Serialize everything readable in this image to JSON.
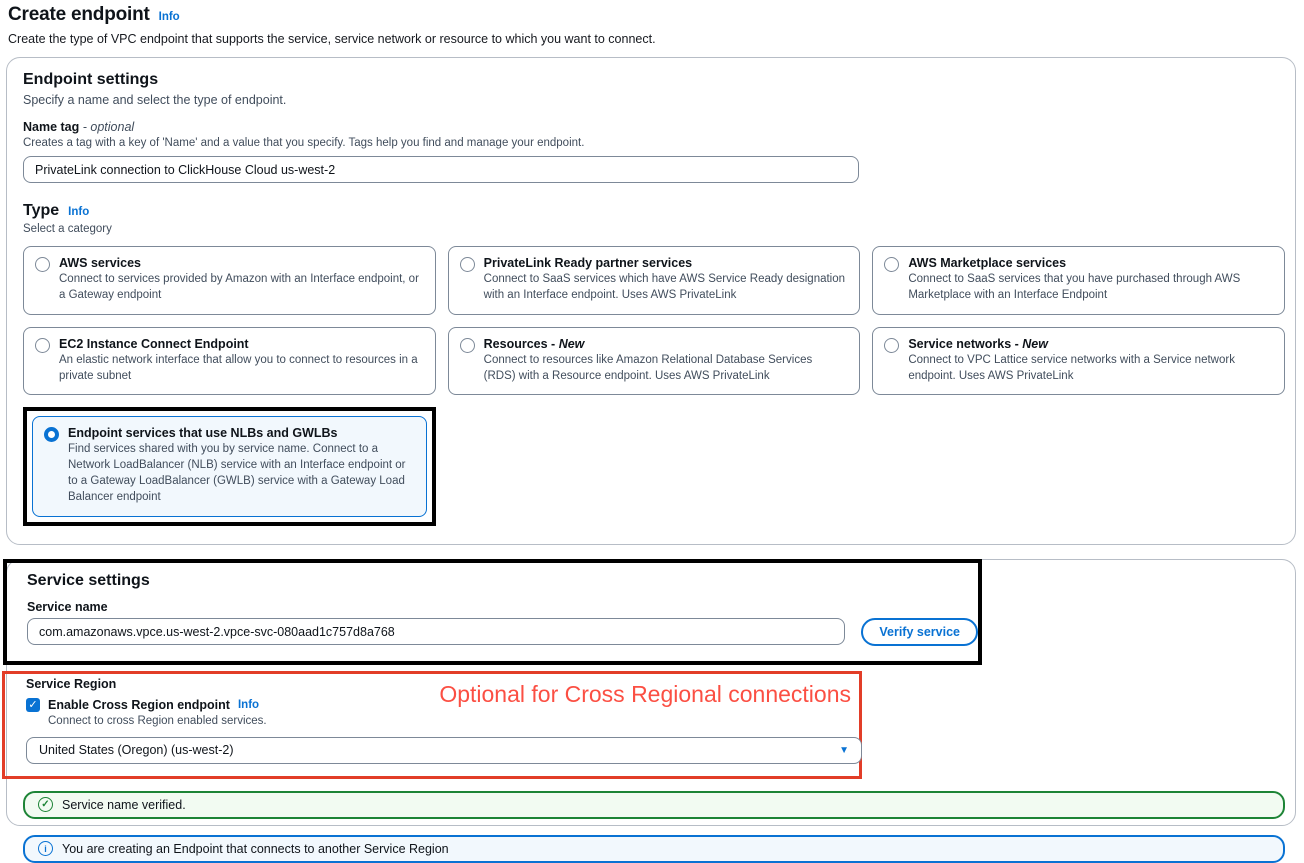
{
  "header": {
    "title": "Create endpoint",
    "info": "Info",
    "description": "Create the type of VPC endpoint that supports the service, service network or resource to which you want to connect."
  },
  "endpoint_settings": {
    "heading": "Endpoint settings",
    "subtitle": "Specify a name and select the type of endpoint.",
    "name_tag": {
      "label": "Name tag",
      "optional": "- optional",
      "help": "Creates a tag with a key of 'Name' and a value that you specify. Tags help you find and manage your endpoint.",
      "value": "PrivateLink connection to ClickHouse Cloud us-west-2"
    },
    "type": {
      "heading": "Type",
      "info": "Info",
      "subtitle": "Select a category"
    },
    "options": [
      {
        "title": "AWS services",
        "new_suffix": "",
        "description": "Connect to services provided by Amazon with an Interface endpoint, or a Gateway endpoint",
        "selected": false
      },
      {
        "title": "PrivateLink Ready partner services",
        "new_suffix": "",
        "description": "Connect to SaaS services which have AWS Service Ready designation with an Interface endpoint. Uses AWS PrivateLink",
        "selected": false
      },
      {
        "title": "AWS Marketplace services",
        "new_suffix": "",
        "description": "Connect to SaaS services that you have purchased through AWS Marketplace with an Interface Endpoint",
        "selected": false
      },
      {
        "title": "EC2 Instance Connect Endpoint",
        "new_suffix": "",
        "description": "An elastic network interface that allow you to connect to resources in a private subnet",
        "selected": false
      },
      {
        "title": "Resources -",
        "new_suffix": "New",
        "description": "Connect to resources like Amazon Relational Database Services (RDS) with a Resource endpoint. Uses AWS PrivateLink",
        "selected": false
      },
      {
        "title": "Service networks -",
        "new_suffix": "New",
        "description": "Connect to VPC Lattice service networks with a Service network endpoint. Uses AWS PrivateLink",
        "selected": false
      },
      {
        "title": "Endpoint services that use NLBs and GWLBs",
        "new_suffix": "",
        "description": "Find services shared with you by service name. Connect to a Network LoadBalancer (NLB) service with an Interface endpoint or to a Gateway LoadBalancer (GWLB) service with a Gateway Load Balancer endpoint",
        "selected": true
      }
    ]
  },
  "service_settings": {
    "heading": "Service settings",
    "service_name": {
      "label": "Service name",
      "value": "com.amazonaws.vpce.us-west-2.vpce-svc-080aad1c757d8a768"
    },
    "verify_button": "Verify service",
    "service_region": {
      "label": "Service Region",
      "checkbox_label": "Enable Cross Region endpoint",
      "checkbox_checked": true,
      "info": "Info",
      "help": "Connect to cross Region enabled services.",
      "selected_region": "United States (Oregon) (us-west-2)"
    }
  },
  "annotations": {
    "cross_region_note": "Optional for Cross Regional connections"
  },
  "alerts": {
    "success": "Service name verified.",
    "notice": "You are creating an Endpoint that connects to another Service Region"
  },
  "icons": {
    "success_check": "✓",
    "info_i": "i",
    "checkbox_check": "✓",
    "dropdown_caret": "▼"
  },
  "colors": {
    "accent_blue": "#0972d3",
    "success_green": "#1d8436",
    "annotation_black": "#000000",
    "annotation_red": "#e23d28",
    "annotation_red_text": "#fb4f43",
    "selected_option_bg": "#f2f8fd"
  }
}
